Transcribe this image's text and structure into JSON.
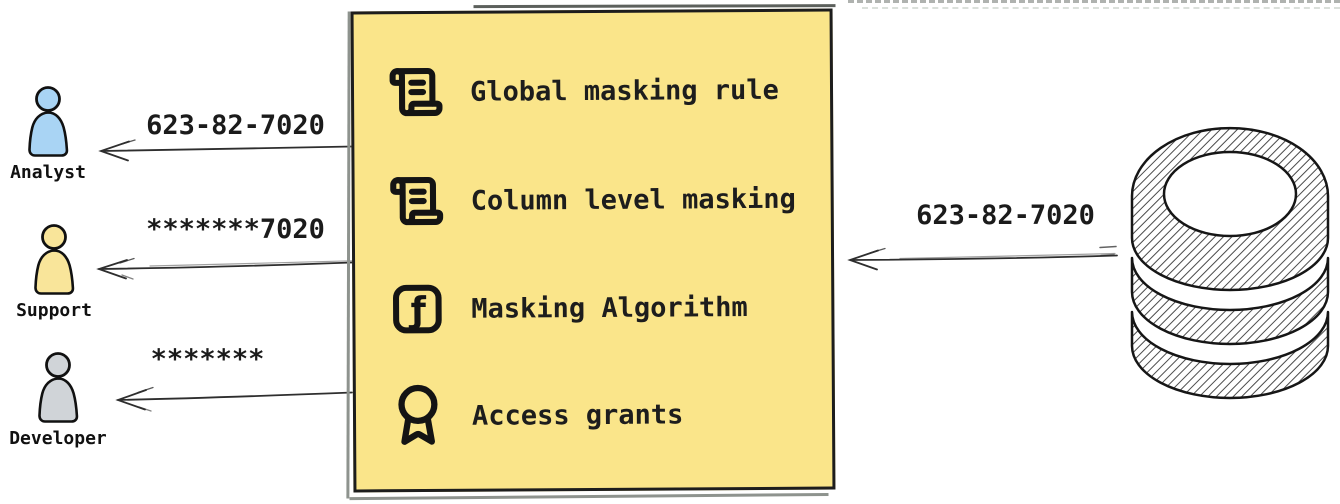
{
  "diagram": {
    "masking_box": {
      "fill": "#fae58a",
      "border_color": "#1d1d1d",
      "items": [
        {
          "icon": "scroll-text-icon",
          "label": "Global masking rule"
        },
        {
          "icon": "scroll-text-icon",
          "label": "Column level masking"
        },
        {
          "icon": "function-square-icon",
          "icon_glyph": "ƒ",
          "label": "Masking Algorithm"
        },
        {
          "icon": "award-icon",
          "label": "Access grants"
        }
      ]
    },
    "personas": [
      {
        "label": "Analyst",
        "fill": "#a9d4f4",
        "received_value": "623-82-7020"
      },
      {
        "label": "Support",
        "fill": "#f9e59a",
        "received_value": "*******7020"
      },
      {
        "label": "Developer",
        "fill": "#d0d4d8",
        "received_value": "*******"
      }
    ],
    "database": {
      "icon": "database-icon",
      "sent_value": "623-82-7020"
    }
  }
}
